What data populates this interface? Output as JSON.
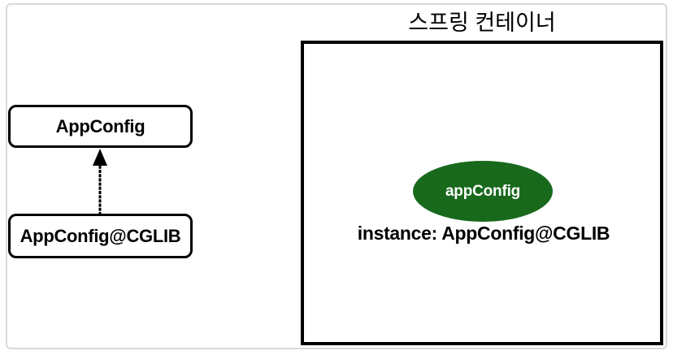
{
  "page": {
    "background_color": "#ffffff",
    "frame_border_color": "#d9d9d9"
  },
  "left_diagram": {
    "app_config_box": {
      "label": "AppConfig"
    },
    "cglib_box": {
      "label": "AppConfig@CGLIB"
    },
    "arrow": {
      "direction": "up",
      "from": "AppConfig@CGLIB",
      "to": "AppConfig",
      "color": "#000000"
    }
  },
  "spring_container": {
    "title": "스프링 컨테이너",
    "bean": {
      "name": "appConfig",
      "fill_color": "#18691c",
      "text_color": "#ffffff"
    },
    "instance_label": "instance: AppConfig@CGLIB"
  }
}
